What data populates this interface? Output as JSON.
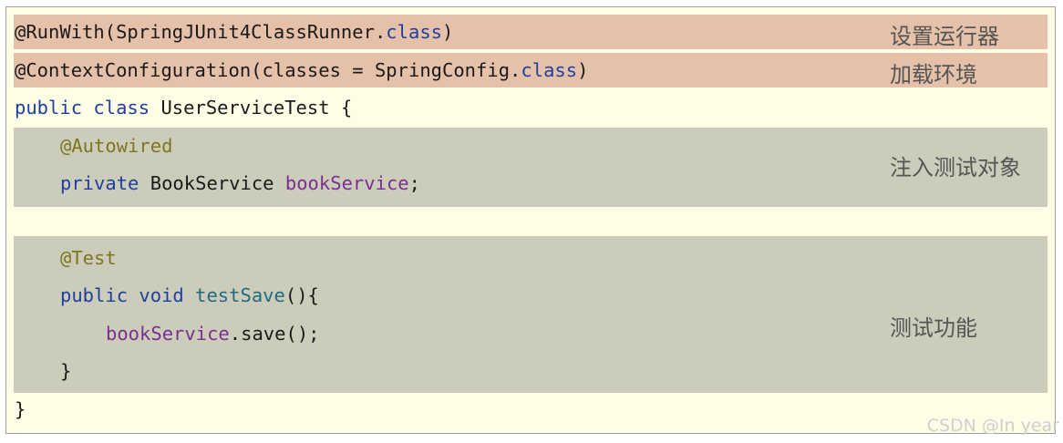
{
  "code": {
    "runwith": {
      "anno": "@RunWith(SpringJUnit4ClassRunner.",
      "kw": "class",
      "close": ")"
    },
    "context": {
      "anno": "@ContextConfiguration(classes = SpringConfig.",
      "kw": "class",
      "close": ")"
    },
    "classdecl": {
      "kw": "public class",
      "rest": " UserServiceTest {"
    },
    "autowired": "@Autowired",
    "fielddecl": {
      "kw": "private",
      "type": " BookService ",
      "name": "bookService",
      "semi": ";"
    },
    "testanno": "@Test",
    "methoddecl": {
      "kw": "public void",
      "name": "testSave",
      "rest": "(){"
    },
    "call": {
      "obj": "bookService",
      "rest": ".save();"
    },
    "closeinner": "}",
    "closeouter": "}"
  },
  "labels": {
    "runner": "设置运行器",
    "config": "加载环境",
    "inject": "注入测试对象",
    "test": "测试功能"
  },
  "watermark": "CSDN @In year",
  "colors": {
    "background": "#fefee6",
    "highlight_header": "#e6c1a9",
    "highlight_body": "#ccccbb",
    "keyword": "#1e3f9e",
    "annotation": "#7f7420",
    "field": "#7a2f8f",
    "method": "#1f6b7f"
  }
}
